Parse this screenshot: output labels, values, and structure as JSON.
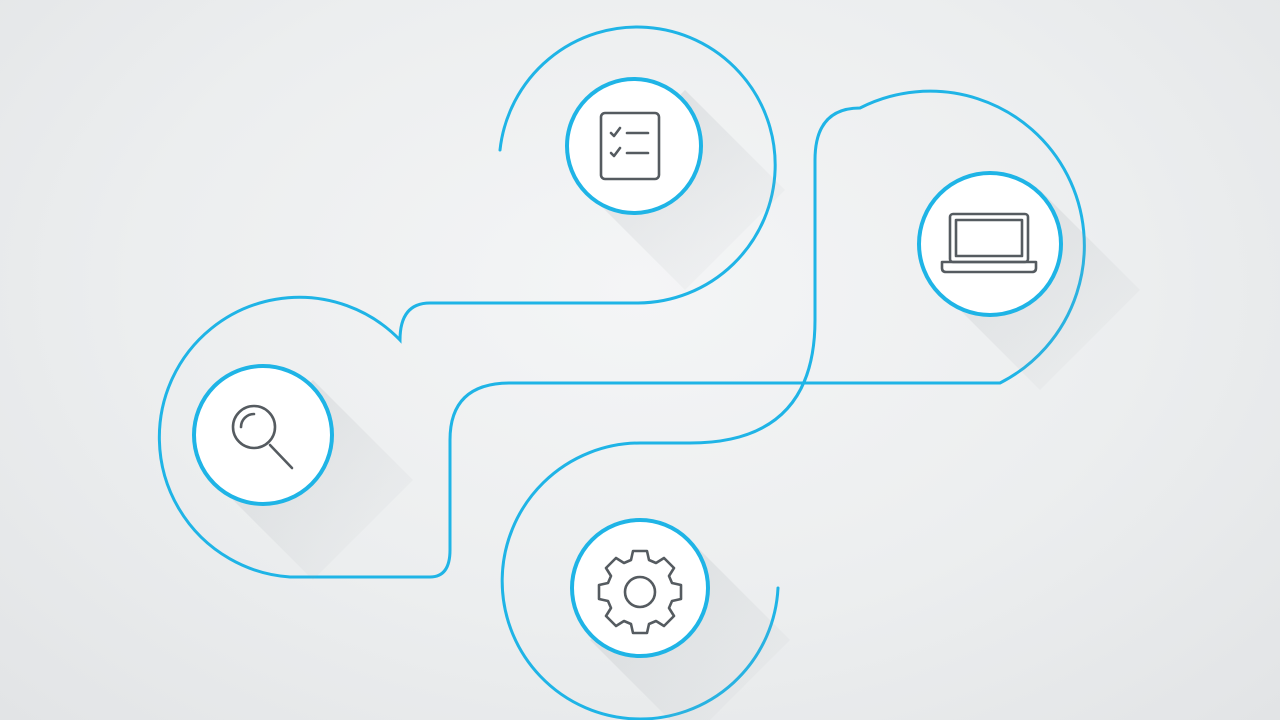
{
  "diagram": {
    "accent_color": "#1fb4e6",
    "icon_color": "#555b60",
    "background_color": "#eceeef",
    "nodes": [
      {
        "id": "search",
        "icon": "magnifier-icon"
      },
      {
        "id": "checklist",
        "icon": "checklist-icon"
      },
      {
        "id": "laptop",
        "icon": "laptop-icon"
      },
      {
        "id": "settings",
        "icon": "gear-icon"
      }
    ]
  }
}
